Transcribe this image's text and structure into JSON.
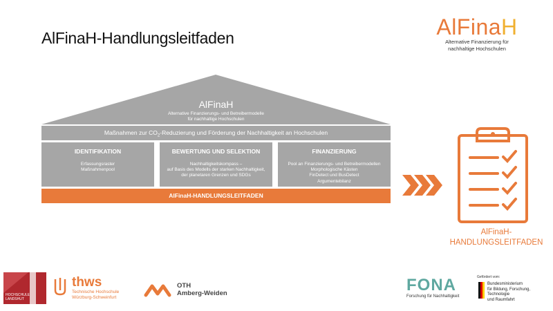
{
  "slide": {
    "title": "AlFinaH-Handlungsleitfaden"
  },
  "logo": {
    "name_part1": "AlFina",
    "name_part2": "H",
    "subtitle_line1": "Alternative Finanzierung für",
    "subtitle_line2": "nachhaltige Hochschulen",
    "color_primary": "#e87a3a",
    "color_secondary": "#f0b030"
  },
  "house": {
    "roof_title": "AlFinaH",
    "roof_sub_line1": "Alternative Finanzierungs- und Betreibermodelle",
    "roof_sub_line2": "für nachhaltige Hochschulen",
    "band_text_pre": "Maßnahmen zur CO",
    "band_text_sub": "2",
    "band_text_post": "-Reduzierung und Förderung der Nachhaltigkeit an Hochschulen",
    "pillars": [
      {
        "title": "IDENTIFIKATION",
        "lines": [
          "Erfassungsraster",
          "Maßnahmenpool"
        ]
      },
      {
        "title": "BEWERTUNG UND SELEKTION",
        "lines": [
          "Nachhaltigkeitskompass –",
          "auf Basis des Modells der starken Nachhaltigkeit,",
          "der planetaren Grenzen und SDGs"
        ]
      },
      {
        "title": "FINANZIERUNG",
        "lines": [
          "Pool an Finanzierungs- und Betreibermodellen",
          "Morphologische Kästen",
          "FinDetect und BusDetect",
          "Argumentebilanz"
        ]
      }
    ],
    "base_label": "AlFinaH-HANDLUNGSLEITFADEN",
    "gray_color": "#a6a6a6",
    "accent_color": "#e87a3a"
  },
  "result": {
    "label_line1": "AlFinaH-",
    "label_line2": "HANDLUNGSLEITFADEN",
    "icon": "clipboard-checklist-icon"
  },
  "footer": {
    "hl": {
      "line1": "HOCHSCHULE",
      "line2": "LANDSHUT"
    },
    "thws": {
      "name": "thws",
      "line1": "Technische Hochschule",
      "line2": "Würzburg-Schweinfurt"
    },
    "oth": {
      "line1": "OTH",
      "line2": "Amberg-Weiden"
    },
    "fona": {
      "name": "FONA",
      "sub": "Forschung für Nachhaltigkeit"
    },
    "bmbf": {
      "gefoerdert": "Gefördert vom:",
      "line1": "Bundesministerium",
      "line2": "für Bildung, Forschung, Technologie",
      "line3": "und Raumfahrt"
    }
  }
}
